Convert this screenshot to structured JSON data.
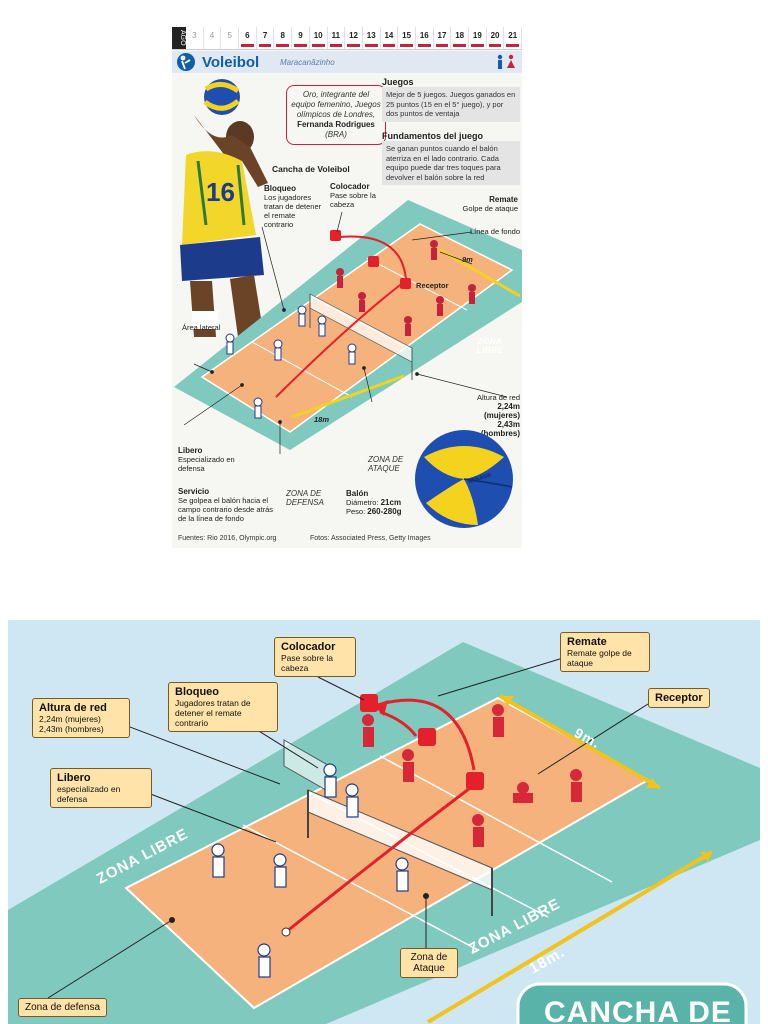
{
  "top": {
    "month": "AGO",
    "days": [
      {
        "n": "3",
        "on": false
      },
      {
        "n": "4",
        "on": false
      },
      {
        "n": "5",
        "on": false
      },
      {
        "n": "6",
        "on": true
      },
      {
        "n": "7",
        "on": true
      },
      {
        "n": "8",
        "on": true
      },
      {
        "n": "9",
        "on": true
      },
      {
        "n": "10",
        "on": true
      },
      {
        "n": "11",
        "on": true
      },
      {
        "n": "12",
        "on": true
      },
      {
        "n": "13",
        "on": true
      },
      {
        "n": "14",
        "on": true
      },
      {
        "n": "15",
        "on": true
      },
      {
        "n": "16",
        "on": true
      },
      {
        "n": "17",
        "on": true
      },
      {
        "n": "18",
        "on": true
      },
      {
        "n": "19",
        "on": true
      },
      {
        "n": "20",
        "on": true
      },
      {
        "n": "21",
        "on": true
      }
    ],
    "title": "Voleibol",
    "venue": "Maracanãzinho",
    "quote": "Oro, integrante del equipo femenino, Juegos olímpicos de Londres,",
    "quote_name": "Fernanda Rodrigues",
    "quote_country": "(BRA)",
    "jersey_number": "16",
    "juegos_head": "Juegos",
    "juegos_body": "Mejor de 5 juegos. Juegos ganados en 25 puntos (15 en el 5° juego), y por dos puntos de ventaja",
    "fund_head": "Fundamentos del juego",
    "fund_body": "Se ganan puntos cuando el balón aterriza en el lado contrario. Cada equipo puede dar tres toques para devolver el balón sobre la red",
    "court_title": "Cancha de Voleibol",
    "bloqueo_head": "Bloqueo",
    "bloqueo_body": "Los jugadores tratan de detener el remate contrario",
    "colocador_head": "Colocador",
    "colocador_body": "Pase sobre la cabeza",
    "remate_head": "Remate",
    "remate_body": "Golpe de ataque",
    "linea_fondo": "Línea de fondo",
    "dim_9": "9m",
    "dim_18": "18m",
    "receptor": "Receptor",
    "area_lateral": "Área lateral",
    "zona_libre": "ZONA LIBRE",
    "altura_head": "Altura de red",
    "altura_m": "2,24m (mujeres)",
    "altura_h": "2,43m (hombres)",
    "libero_head": "Libero",
    "libero_body": "Especializado en defensa",
    "zona_ataque": "ZONA DE ATAQUE",
    "servicio_head": "Servicio",
    "servicio_body": "Se golpea el balón hacia el campo contrario desde atrás de la línea de fondo",
    "zona_defensa": "ZONA DE DEFENSA",
    "balon_head": "Balón",
    "balon_diam_label": "Diámetro:",
    "balon_diam": "21cm",
    "balon_peso_label": "Peso:",
    "balon_peso": "260-280g",
    "ball_brand": "Mikasa",
    "fuentes": "Fuentes: Rio 2016, Olympic.org",
    "fotos": "Fotos: Associated Press, Getty Images"
  },
  "bottom": {
    "colocador_head": "Colocador",
    "colocador_body": "Pase sobre la cabeza",
    "remate_head": "Remate",
    "remate_body": "Remate golpe de ataque",
    "receptor": "Receptor",
    "bloqueo_head": "Bloqueo",
    "bloqueo_body": "Jugadores tratan de detener el remate contrario",
    "altura_head": "Altura de red",
    "altura_m": "2,24m (mujeres)",
    "altura_h": "2,43m (hombres)",
    "libero_head": "Libero",
    "libero_body": "especializado en defensa",
    "zona_libre": "ZONA LIBRE",
    "zona_ataque": "Zona de Ataque",
    "zona_defensa": "Zona de defensa",
    "dim_9": "9m.",
    "dim_18": "18m.",
    "cancha_title": "CANCHA DE"
  },
  "colors": {
    "court_orange": "#f6b27c",
    "free_zone": "#7fc9bf",
    "red_accent": "#e4202b",
    "callout_bg": "#ffe3a8",
    "title_blue": "#0f5ea8"
  }
}
